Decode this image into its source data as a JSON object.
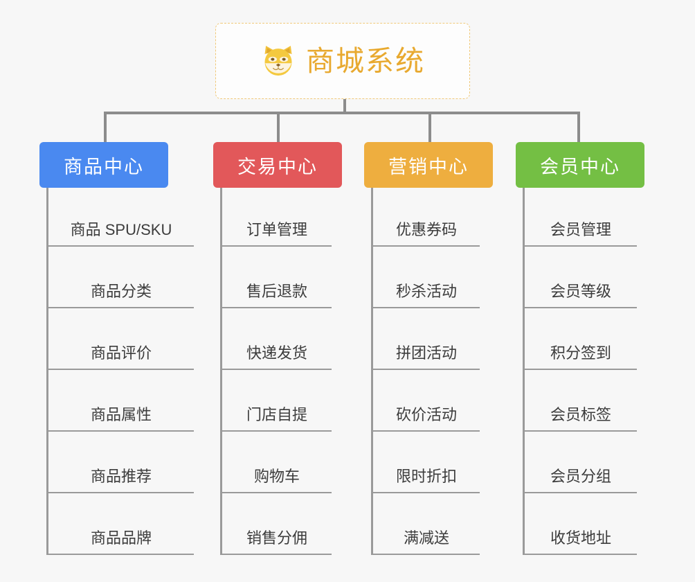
{
  "root": {
    "title": "商城系统",
    "icon": "shiba-dog-face-icon",
    "title_color": "#e8a92f",
    "border_color": "#f0c878"
  },
  "canvas": {
    "background": "#f7f7f7",
    "connector_color": "#8c8c8c"
  },
  "columns": [
    {
      "header": "商品中心",
      "color": "#4a89f0",
      "color_name": "blue",
      "items": [
        "商品 SPU/SKU",
        "商品分类",
        "商品评价",
        "商品属性",
        "商品推荐",
        "商品品牌"
      ]
    },
    {
      "header": "交易中心",
      "color": "#e2585a",
      "color_name": "red",
      "items": [
        "订单管理",
        "售后退款",
        "快递发货",
        "门店自提",
        "购物车",
        "销售分佣"
      ]
    },
    {
      "header": "营销中心",
      "color": "#eeae3f",
      "color_name": "orange",
      "items": [
        "优惠券码",
        "秒杀活动",
        "拼团活动",
        "砍价活动",
        "限时折扣",
        "满减送"
      ]
    },
    {
      "header": "会员中心",
      "color": "#74bf44",
      "color_name": "green",
      "items": [
        "会员管理",
        "会员等级",
        "积分签到",
        "会员标签",
        "会员分组",
        "收货地址"
      ]
    }
  ]
}
